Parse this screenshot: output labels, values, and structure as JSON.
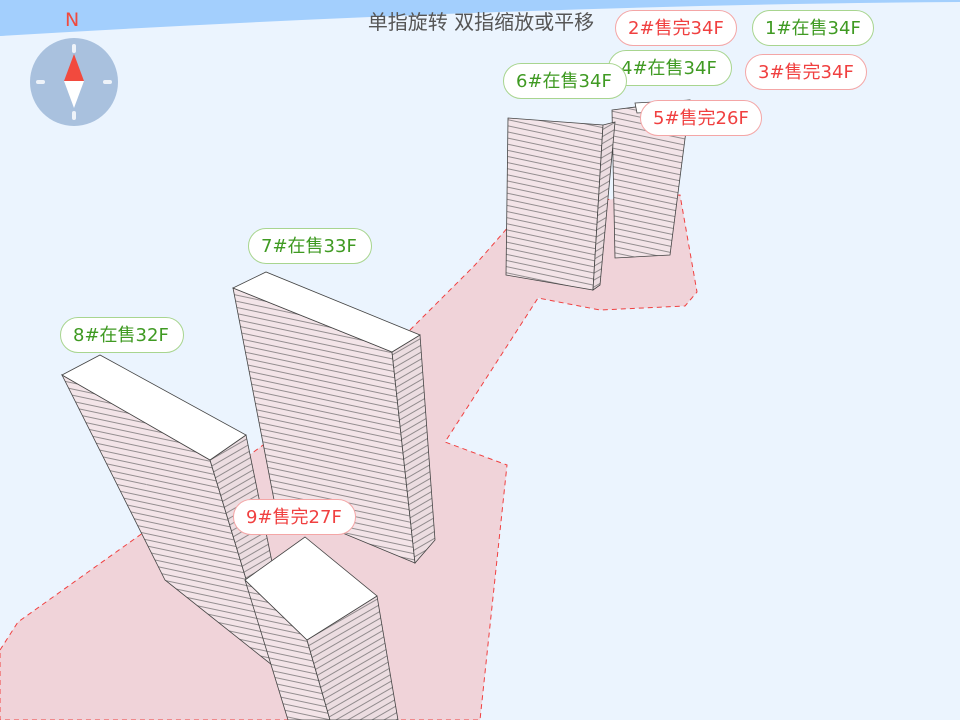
{
  "hint": "单指旋转 双指缩放或平移",
  "compass": {
    "north_label": "N",
    "icon": "compass-icon"
  },
  "colors": {
    "sky": "#a3cffd",
    "ground": "#ebf4fe",
    "site": "#f0d3d9",
    "site_border": "#f04040",
    "on_sale": "#3f9a22",
    "sold_out": "#f04040"
  },
  "buildings": [
    {
      "label": "1#在售34F",
      "status": "on_sale"
    },
    {
      "label": "2#售完34F",
      "status": "sold_out"
    },
    {
      "label": "3#售完34F",
      "status": "sold_out"
    },
    {
      "label": "5#售完26F",
      "status": "sold_out"
    },
    {
      "label": "4#在售34F",
      "status": "on_sale"
    },
    {
      "label": "6#在售34F",
      "status": "on_sale"
    },
    {
      "label": "7#在售33F",
      "status": "on_sale"
    },
    {
      "label": "8#在售32F",
      "status": "on_sale"
    },
    {
      "label": "9#售完27F",
      "status": "sold_out"
    }
  ]
}
